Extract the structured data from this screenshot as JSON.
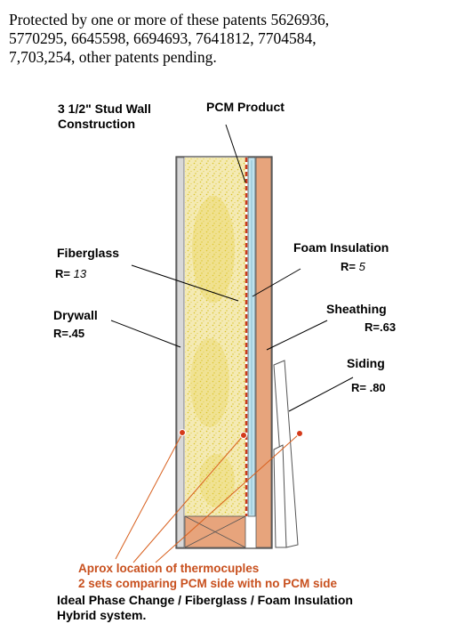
{
  "patent_notice": {
    "line1": "Protected by one or more of these patents 5626936,",
    "line2": "5770295, 6645598, 6694693, 7641812, 7704584,",
    "line3": "7,703,254, other patents pending."
  },
  "labels": {
    "stud_wall_line1": "3 1/2\" Stud Wall",
    "stud_wall_line2": "Construction",
    "pcm_product": "PCM Product",
    "fiberglass": "Fiberglass",
    "fiberglass_r_key": "R=",
    "fiberglass_r_val": "13",
    "foam_insulation": "Foam Insulation",
    "foam_r_key": "R=",
    "foam_r_val": "5",
    "drywall": "Drywall",
    "drywall_r": "R=.45",
    "sheathing": "Sheathing",
    "sheathing_r": "R=.63",
    "siding": "Siding",
    "siding_r": "R= .80"
  },
  "notes": {
    "thermocouple_line1": "Aprox location of thermocuples",
    "thermocouple_line2": "2 sets comparing PCM side with no PCM side",
    "caption_line1": "Ideal Phase Change / Fiberglass / Foam Insulation",
    "caption_line2": "Hybrid system."
  },
  "colors": {
    "drywall": "#d8d8d8",
    "fiberglass": "#f4eab4",
    "fiberglass_speckle": "#d9c226",
    "pcm_line": "#c83a1e",
    "foam": "#bfe2ee",
    "wood": "#e7a47c",
    "siding": "#ffffff",
    "note_text": "#c8501e",
    "thermocouple": "#d43a1a"
  }
}
